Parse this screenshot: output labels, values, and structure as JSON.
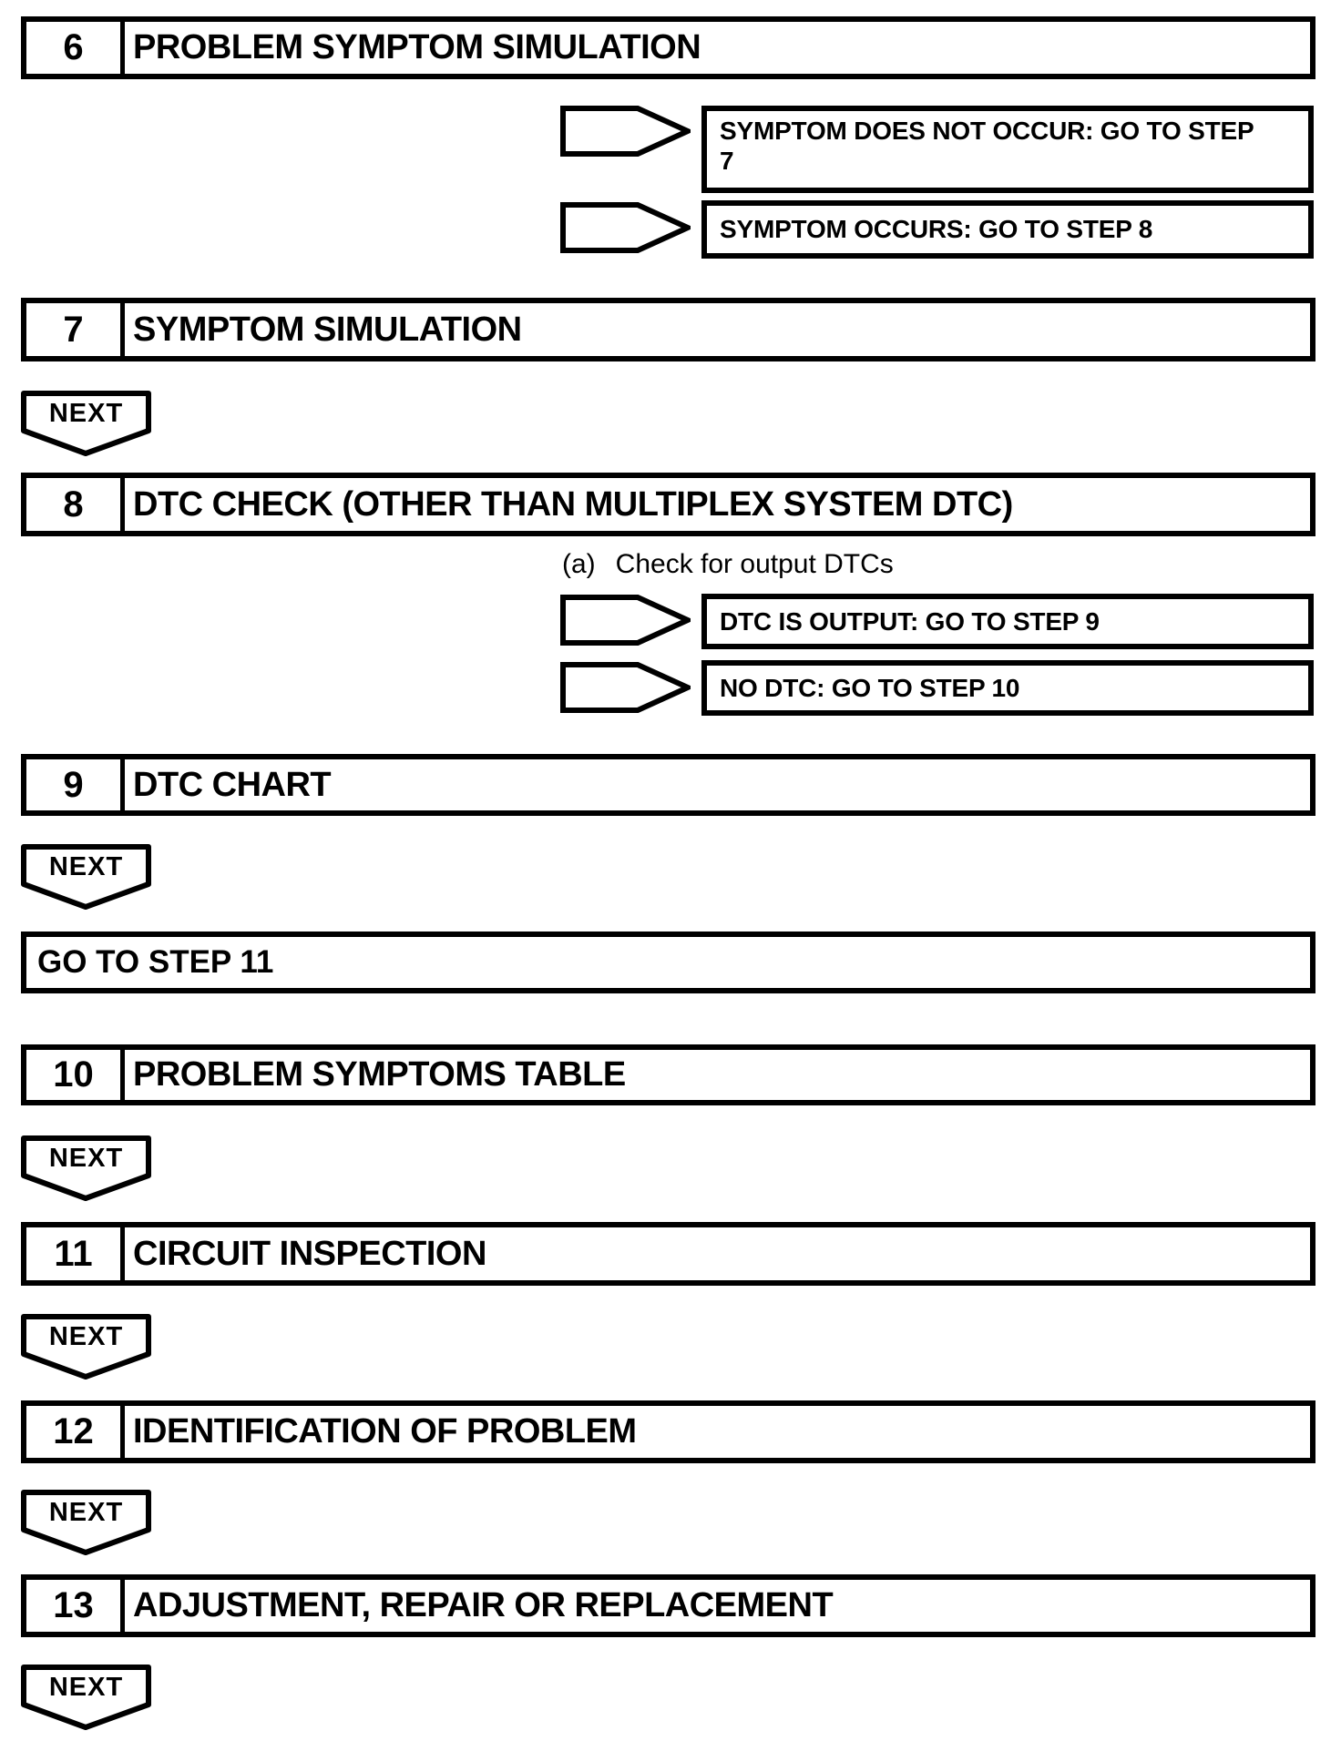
{
  "flowchart": {
    "steps": [
      {
        "number": "6",
        "title": "PROBLEM SYMPTOM SIMULATION"
      },
      {
        "number": "7",
        "title": "SYMPTOM SIMULATION"
      },
      {
        "number": "8",
        "title": "DTC CHECK (OTHER THAN MULTIPLEX SYSTEM DTC)"
      },
      {
        "number": "9",
        "title": "DTC CHART"
      },
      {
        "number": "10",
        "title": "PROBLEM SYMPTOMS TABLE"
      },
      {
        "number": "11",
        "title": "CIRCUIT INSPECTION"
      },
      {
        "number": "12",
        "title": "IDENTIFICATION OF PROBLEM"
      },
      {
        "number": "13",
        "title": "ADJUSTMENT, REPAIR OR REPLACEMENT"
      }
    ],
    "results": [
      {
        "line1": "SYMPTOM DOES NOT OCCUR: GO TO STEP",
        "line2": "7"
      },
      {
        "line1": "SYMPTOM OCCURS: GO TO STEP 8"
      },
      {
        "line1": "DTC IS OUTPUT: GO TO STEP 9"
      },
      {
        "line1": "NO DTC: GO TO STEP 10"
      }
    ],
    "substep": {
      "prefix": "(a)",
      "text": "Check for output DTCs"
    },
    "goto_box": {
      "label": "GO TO STEP 11"
    },
    "next_label": "NEXT",
    "colors": {
      "ink": "#000000",
      "paper": "#ffffff"
    }
  }
}
